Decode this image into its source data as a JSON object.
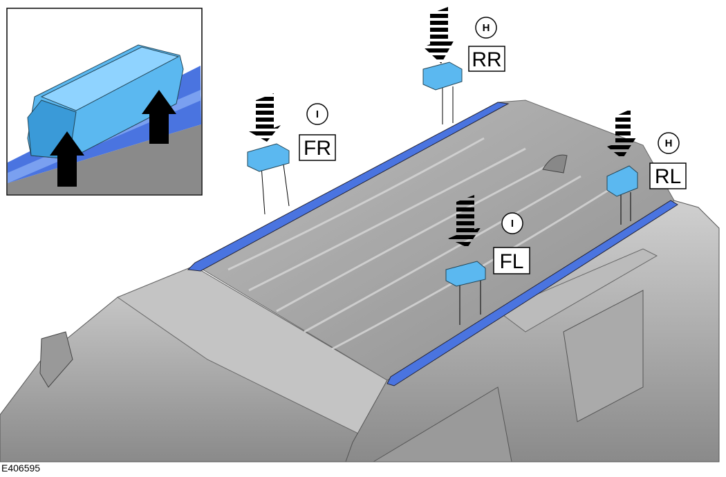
{
  "figure_id": "E406595",
  "callouts": [
    {
      "position": "RR",
      "variant": "H"
    },
    {
      "position": "FR",
      "variant": "I"
    },
    {
      "position": "RL",
      "variant": "H"
    },
    {
      "position": "FL",
      "variant": "I"
    }
  ],
  "colors": {
    "part": "#5bb8f0",
    "rail": "#4a74e0",
    "body": "#b9b9b9",
    "roof": "#a8a8a8"
  }
}
